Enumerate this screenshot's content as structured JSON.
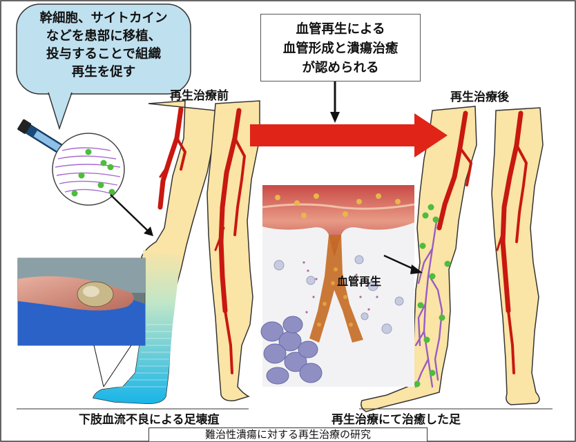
{
  "bubble": {
    "lines": [
      "幹細胞、サイトカイン",
      "などを患部に移植、",
      "投与することで組織",
      "再生を促す"
    ]
  },
  "center_box": {
    "lines": [
      "血管再生による",
      "血管形成と潰瘍治癒",
      "が認められる"
    ]
  },
  "labels": {
    "before": "再生治療前",
    "after": "再生治療後",
    "vessel_regen": "血管再生",
    "left_bottom": "下肢血流不良による足壊疽",
    "right_bottom": "再生治療にて治癒した足"
  },
  "caption": "難治性潰瘍に対する再生治療の研究",
  "colors": {
    "skin": "#fae4a6",
    "vessel": "#c81810",
    "arrow": "#e02418",
    "bubble": "#bfe0ef",
    "cells": "#4cbd3c",
    "fibers": "#9a5bc4",
    "ischemia": "#1fb6e6"
  }
}
